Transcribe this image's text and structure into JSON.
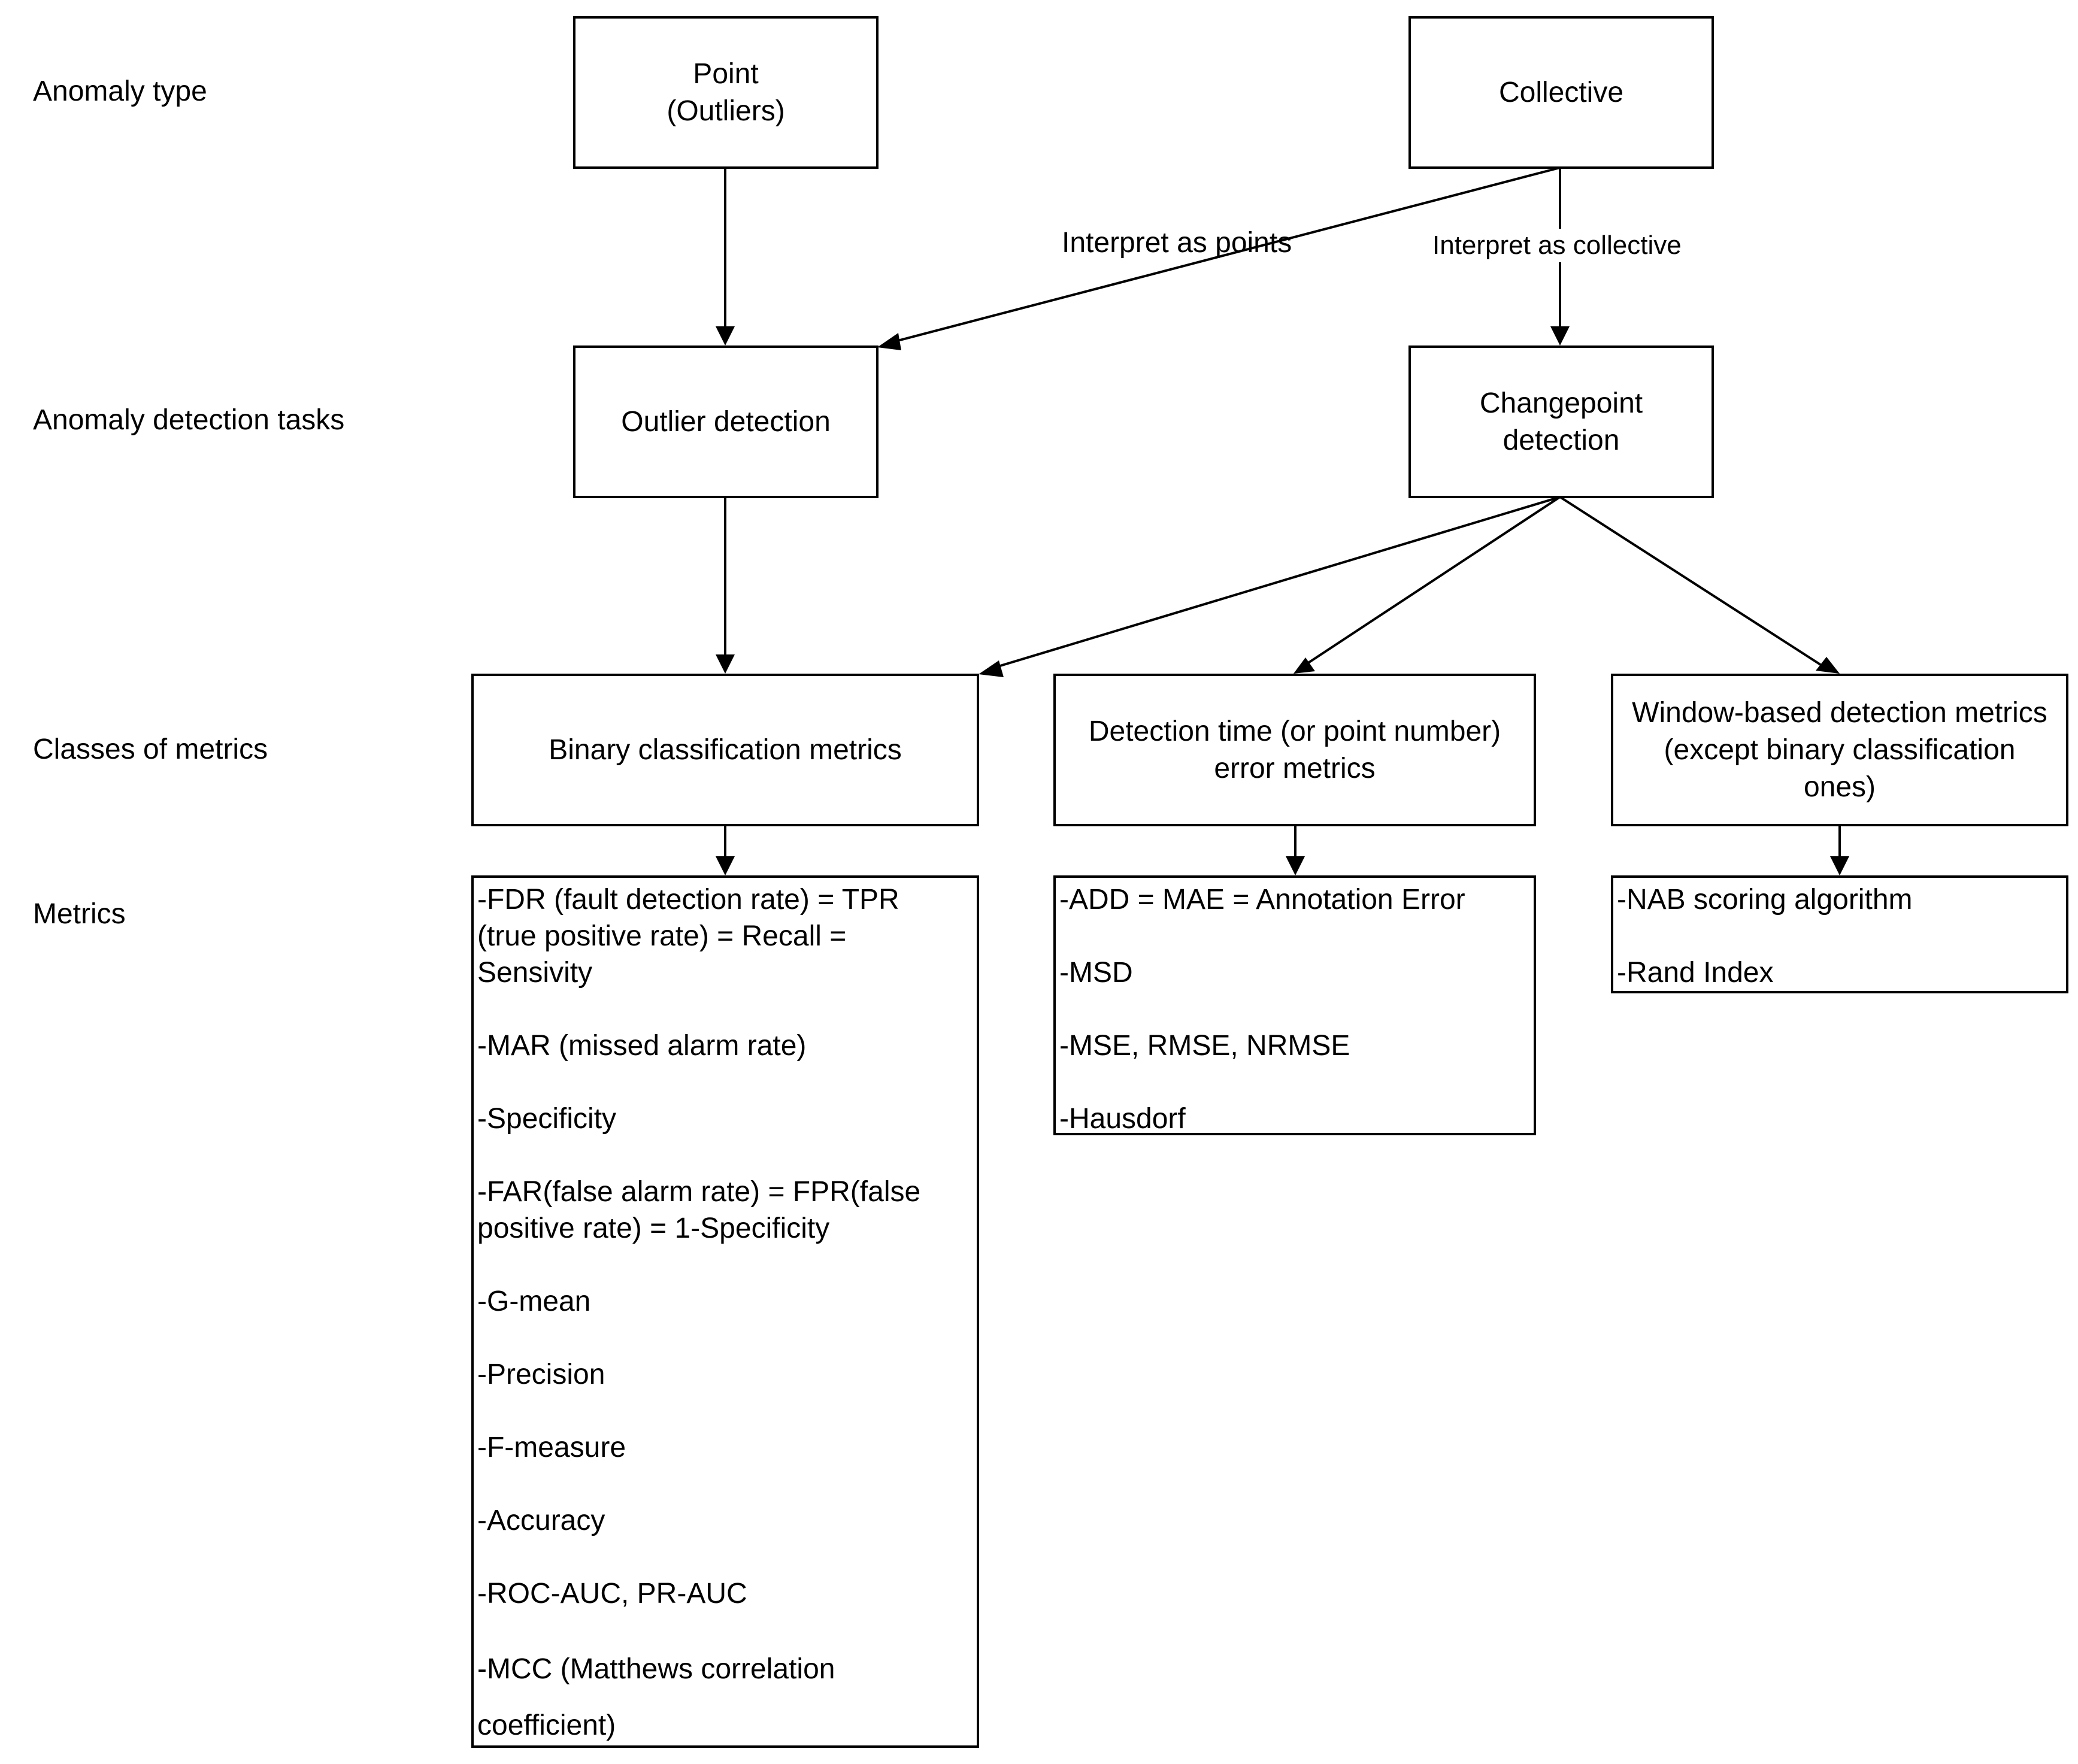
{
  "row_labels": {
    "anomaly_type": "Anomaly type",
    "tasks": "Anomaly detection tasks",
    "classes": "Classes of metrics",
    "metrics": "Metrics"
  },
  "nodes": {
    "point": "Point\n(Outliers)",
    "collective": "Collective",
    "outlier_detection": "Outlier detection",
    "changepoint_detection": "Changepoint\ndetection",
    "binary_metrics": "Binary classification metrics",
    "detection_time_metrics": "Detection time (or point number)\nerror metrics",
    "window_metrics": "Window-based detection metrics\n(except binary classification\nones)"
  },
  "edge_labels": {
    "interpret_points": "Interpret as points",
    "interpret_collective": "Interpret as collective"
  },
  "binary_metric_list": [
    "-FDR (fault detection rate) = TPR\n(true positive rate) = Recall =\nSensivity",
    "-MAR (missed alarm rate)",
    "-Specificity",
    "-FAR(false alarm rate) = FPR(false\npositive rate) = 1-Specificity",
    "-G-mean",
    "-Precision",
    "-F-measure",
    "-Accuracy",
    "-ROC-AUC, PR-AUC",
    "-MCC (Matthews correlation\ncoefficient)"
  ],
  "detection_time_metric_list": [
    "-ADD = MAE = Annotation Error",
    "-MSD",
    "-MSE, RMSE, NRMSE",
    "-Hausdorf"
  ],
  "window_metric_list": [
    "-NAB scoring algorithm",
    "-Rand Index"
  ],
  "colors": {
    "line": "#000000",
    "background": "#ffffff"
  }
}
